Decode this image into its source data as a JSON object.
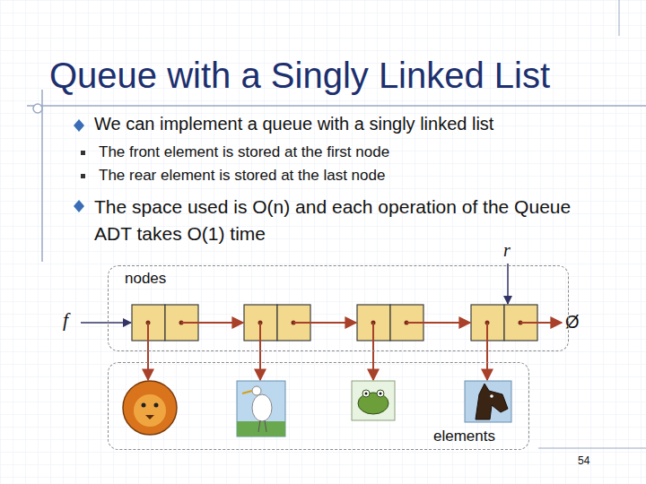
{
  "diagram": {
    "title": "Queue with a Singly Linked List",
    "nodes": [
      {
        "text": [
          "nodes"
        ]
      },
      {
        "text": [
          "elements"
        ]
      }
    ],
    "labels": [
      "We can implement a queue with a singly linked list",
      "The front element is stored at the first node",
      "The rear element is stored at the last node",
      "The space used is O(n) and each operation of the Queue ADT takes O(1) time",
      "f",
      "r",
      "Ø",
      "54"
    ]
  }
}
